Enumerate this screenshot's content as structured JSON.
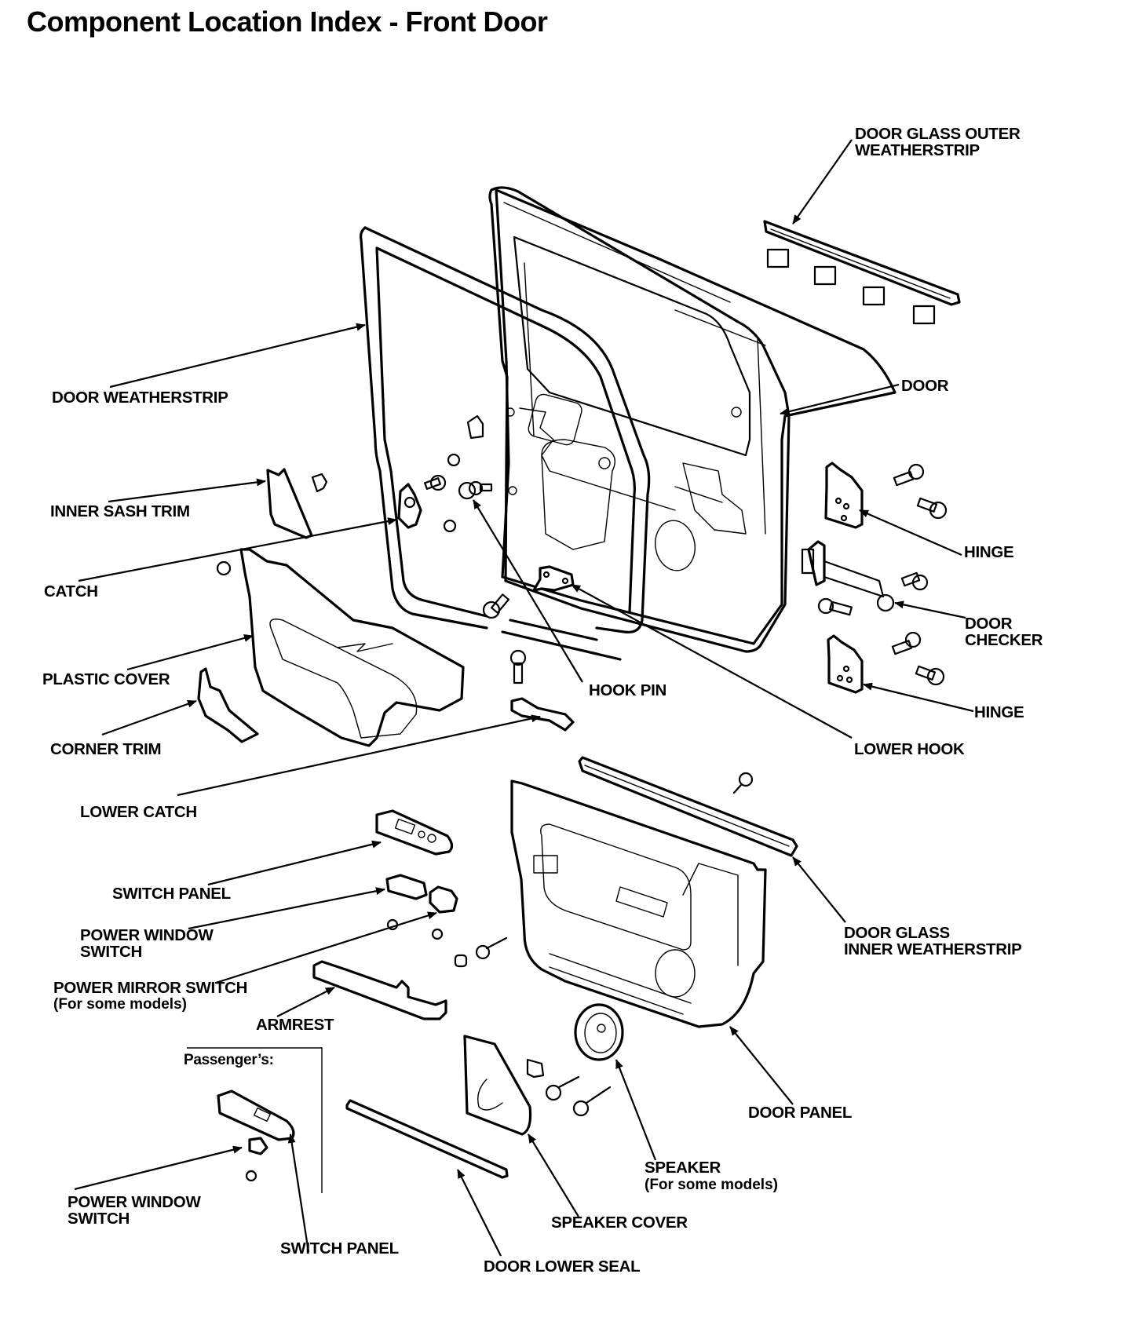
{
  "title": "Component Location Index - Front Door",
  "labels": {
    "door_glass_outer_weatherstrip": [
      "DOOR GLASS OUTER",
      "WEATHERSTRIP"
    ],
    "door_weatherstrip": "DOOR WEATHERSTRIP",
    "door": "DOOR",
    "inner_sash_trim": "INNER SASH TRIM",
    "hinge_upper": "HINGE",
    "catch": "CATCH",
    "door_checker": [
      "DOOR",
      "CHECKER"
    ],
    "plastic_cover": "PLASTIC COVER",
    "hook_pin": "HOOK PIN",
    "hinge_lower": "HINGE",
    "corner_trim": "CORNER TRIM",
    "lower_hook": "LOWER HOOK",
    "lower_catch": "LOWER CATCH",
    "switch_panel": "SWITCH PANEL",
    "power_window_switch": [
      "POWER WINDOW",
      "SWITCH"
    ],
    "door_glass_inner_weatherstrip": [
      "DOOR GLASS",
      "INNER WEATHERSTRIP"
    ],
    "power_mirror_switch": [
      "POWER MIRROR SWITCH",
      "(For some models)"
    ],
    "armrest": "ARMREST",
    "passengers_heading": "Passenger’s:",
    "door_panel": "DOOR PANEL",
    "speaker": [
      "SPEAKER",
      "(For some models)"
    ],
    "passenger_power_window_switch": [
      "POWER WINDOW",
      "SWITCH"
    ],
    "speaker_cover": "SPEAKER COVER",
    "passenger_switch_panel": "SWITCH PANEL",
    "door_lower_seal": "DOOR LOWER SEAL"
  }
}
